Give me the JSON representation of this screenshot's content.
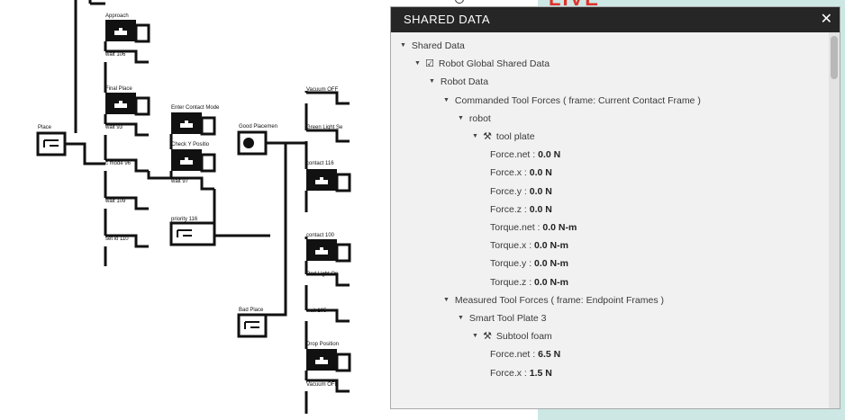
{
  "flow": {
    "nodes": [
      {
        "id": "approach",
        "label": "Approach"
      },
      {
        "id": "wait-106",
        "label": "wait 106"
      },
      {
        "id": "final-place",
        "label": "Final Place"
      },
      {
        "id": "wait-93",
        "label": "wait 93"
      },
      {
        "id": "c-mode-96",
        "label": "c mode 96"
      },
      {
        "id": "wait-109",
        "label": "wait 109"
      },
      {
        "id": "set-io-110",
        "label": "set io 110"
      },
      {
        "id": "place",
        "label": "Place"
      },
      {
        "id": "enter-contact-mode",
        "label": "Enter Contact Mode"
      },
      {
        "id": "check-y-position",
        "label": "Check Y Positio"
      },
      {
        "id": "wait-97",
        "label": "wait 97"
      },
      {
        "id": "priority-116",
        "label": "priority 116"
      },
      {
        "id": "good-placement",
        "label": "Good Placemen"
      },
      {
        "id": "vacuum-off-1",
        "label": "Vacuum OFF"
      },
      {
        "id": "green-light",
        "label": "Green Light Se"
      },
      {
        "id": "contact-116",
        "label": "contact 116"
      },
      {
        "id": "contact-100",
        "label": "contact 100"
      },
      {
        "id": "red-light-on",
        "label": "Red Light On"
      },
      {
        "id": "bad-place",
        "label": "Bad Place"
      },
      {
        "id": "wait-105",
        "label": "wait 105"
      },
      {
        "id": "drop-position",
        "label": "Drop Position"
      },
      {
        "id": "vacuum-off-2",
        "label": "Vacuum OFF"
      }
    ]
  },
  "backdrop": {
    "live_text": "LIVE"
  },
  "panel": {
    "title": "SHARED DATA",
    "close_label": "✕",
    "tree": [
      {
        "label": "Shared Data",
        "indent": 0,
        "arrow": "▼"
      },
      {
        "label": "Robot Global Shared Data",
        "indent": 1,
        "arrow": "▼",
        "icon": "edit-icon",
        "glyph": "☑"
      },
      {
        "label": "Robot Data",
        "indent": 2,
        "arrow": "▼"
      },
      {
        "label": "Commanded Tool Forces  ( frame: Current Contact Frame )",
        "indent": 3,
        "arrow": "▼"
      },
      {
        "label": "robot",
        "indent": 4,
        "arrow": "▼"
      },
      {
        "label": "tool plate",
        "indent": 5,
        "arrow": "▼",
        "icon": "wrench-icon",
        "glyph": "🔧"
      },
      {
        "label": "Force.net : ",
        "value": "0.0  N",
        "indent": 6
      },
      {
        "label": "Force.x : ",
        "value": "0.0  N",
        "indent": 6
      },
      {
        "label": "Force.y : ",
        "value": "0.0  N",
        "indent": 6
      },
      {
        "label": "Force.z : ",
        "value": "0.0  N",
        "indent": 6
      },
      {
        "label": "Torque.net : ",
        "value": "0.0  N-m",
        "indent": 6
      },
      {
        "label": "Torque.x : ",
        "value": "0.0  N-m",
        "indent": 6
      },
      {
        "label": "Torque.y : ",
        "value": "0.0  N-m",
        "indent": 6
      },
      {
        "label": "Torque.z : ",
        "value": "0.0  N-m",
        "indent": 6
      },
      {
        "label": "Measured Tool Forces  ( frame: Endpoint Frames )",
        "indent": 3,
        "arrow": "▼"
      },
      {
        "label": "Smart Tool Plate 3",
        "indent": 4,
        "arrow": "▼"
      },
      {
        "label": "Subtool foam",
        "indent": 5,
        "arrow": "▼",
        "icon": "wrench-icon",
        "glyph": "🔧"
      },
      {
        "label": "Force.net : ",
        "value": "6.5  N",
        "indent": 6
      },
      {
        "label": "Force.x : ",
        "value": "1.5  N",
        "indent": 6
      }
    ]
  }
}
